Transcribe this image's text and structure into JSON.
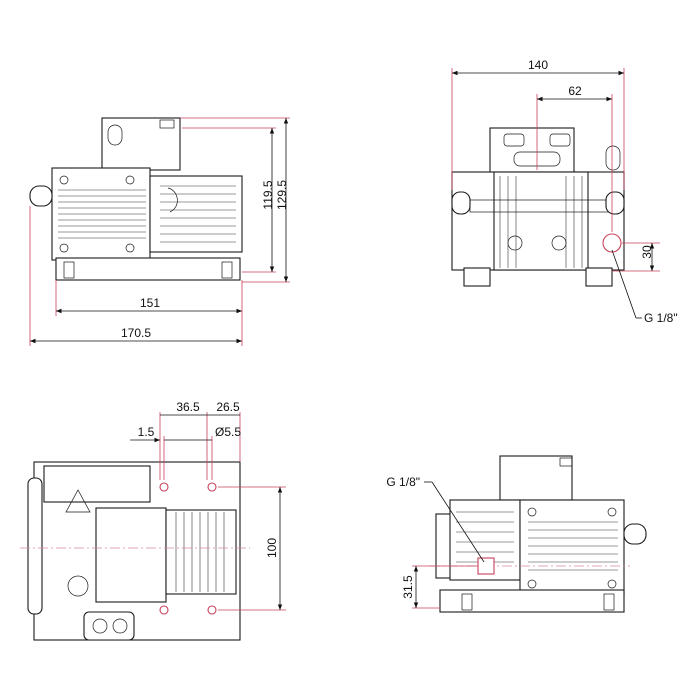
{
  "views": {
    "side": {
      "height_total": "129.5",
      "height_body": "119.5",
      "width_base": "151",
      "width_total": "170.5"
    },
    "front": {
      "width_total": "140",
      "width_mid": "62",
      "port_height": "30",
      "port_label": "G 1/8\""
    },
    "top": {
      "offset_a": "36.5",
      "offset_b": "26.5",
      "offset_c": "1.5",
      "hole_dia": "Ø5.5",
      "depth": "100"
    },
    "rear": {
      "port_label": "G 1/8\"",
      "port_height": "31.5"
    }
  }
}
